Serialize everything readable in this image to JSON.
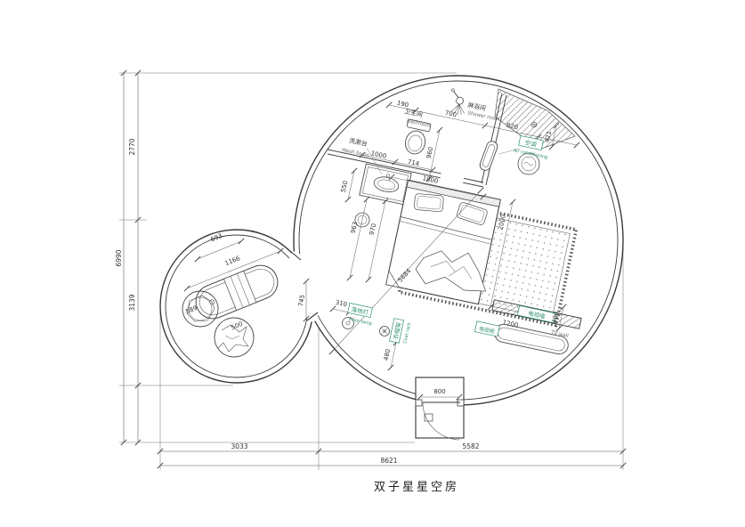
{
  "title": "双子星星空房",
  "labels": {
    "bathroom_cn": "卫生间",
    "bathroom_en": "Bathroom",
    "shower_cn": "淋浴间",
    "shower_en": "Shower room",
    "washbasin_cn": "洗漱台",
    "washbasin_en": "Wash basin",
    "ac_cn": "空调",
    "ac_en": "Air conditioning",
    "floor_lamp_cn": "落地灯",
    "floor_lamp_en": "Floor lamp",
    "coat_rack_cn": "衣帽架",
    "coat_rack_en": "Coat rack",
    "tv_wall_cn": "电视墙",
    "tv_wall_en": "TV wall",
    "tv_cabinet_cn": "电视柜"
  },
  "dims": {
    "d190": "190",
    "d700": "700",
    "d820": "820",
    "d421": "421",
    "d1000": "1000",
    "d714": "714",
    "d960": "960",
    "d550": "550",
    "d1800": "1800",
    "d963": "963",
    "d970": "970",
    "d2000": "2000",
    "d5684": "5684",
    "d1200": "1200",
    "d400": "400",
    "d480": "480",
    "d310": "310",
    "d800": "800",
    "d693": "693",
    "d1166": "1166",
    "d745": "745",
    "d589": "589",
    "d500": "500",
    "v2770": "2770",
    "v3139": "3139",
    "v6990": "6990",
    "h3033": "3033",
    "h5582": "5582",
    "h8621": "8621"
  },
  "colors": {
    "label_green": "#2e8f6d",
    "line": "#3a3a3a"
  }
}
